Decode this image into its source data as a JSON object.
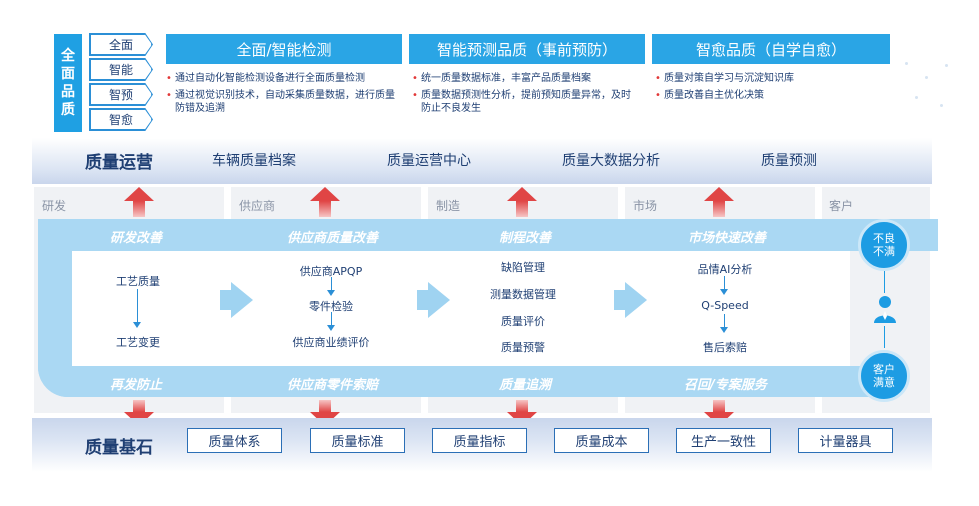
{
  "top": {
    "title_chars": [
      "全",
      "面",
      "品",
      "质"
    ],
    "modes": [
      "全面",
      "智能",
      "智预",
      "智愈"
    ],
    "sections": [
      {
        "header": "全面/智能检测",
        "bullets": [
          "通过自动化智能检测设备进行全面质量检测",
          "通过视觉识别技术，自动采集质量数据，进行质量防错及追溯"
        ]
      },
      {
        "header": "智能预测品质（事前预防）",
        "bullets": [
          "统一质量数据标准，丰富产品质量档案",
          "质量数据预测性分析，提前预知质量异常，及时防止不良发生"
        ]
      },
      {
        "header": "智愈品质（自学自愈）",
        "bullets": [
          "质量对策自学习与沉淀知识库",
          "质量改善自主优化决策"
        ]
      }
    ]
  },
  "ops": {
    "title": "质量运营",
    "items": [
      "车辆质量档案",
      "质量运营中心",
      "质量大数据分析",
      "质量预测"
    ]
  },
  "columns": [
    "研发",
    "供应商",
    "制造",
    "市场",
    "客户"
  ],
  "flow": {
    "top_labels": [
      "研发改善",
      "供应商质量改善",
      "制程改善",
      "市场快速改善"
    ],
    "bottom_labels": [
      "再发防止",
      "供应商零件索赔",
      "质量追溯",
      "召回/专案服务"
    ],
    "rd": [
      "工艺质量",
      "工艺变更"
    ],
    "supplier": [
      "供应商APQP",
      "零件检验",
      "供应商业绩评价"
    ],
    "mfg": [
      "缺陷管理",
      "测量数据管理",
      "质量评价",
      "质量预警"
    ],
    "market": [
      "品情AI分析",
      "Q-Speed",
      "售后索赔"
    ],
    "customer_top": "不良\n不满",
    "customer_bottom": "客户\n满意"
  },
  "base": {
    "title": "质量基石",
    "items": [
      "质量体系",
      "质量标准",
      "质量指标",
      "质量成本",
      "生产一致性",
      "计量器具"
    ]
  },
  "colors": {
    "accent": "#2aa5e5",
    "flow": "#aad8f3",
    "arrow": "#e04545",
    "text": "#1f3f73"
  }
}
